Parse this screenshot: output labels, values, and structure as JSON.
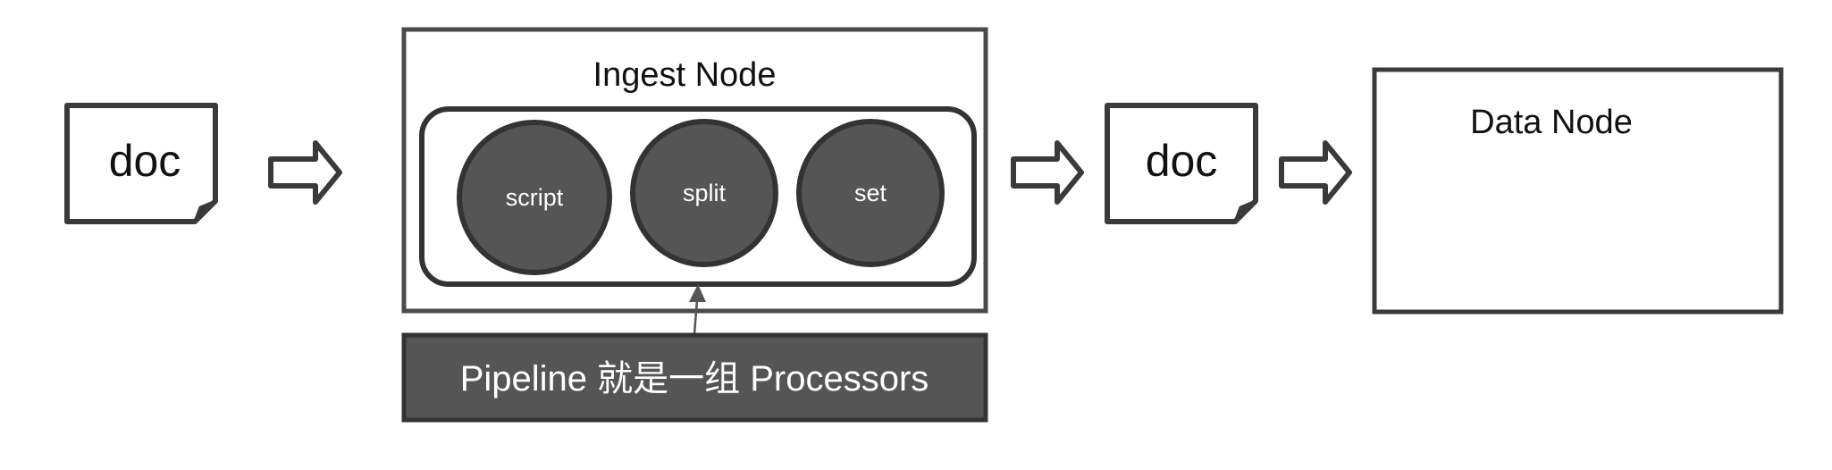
{
  "doc_input": {
    "label": "doc"
  },
  "ingest_node": {
    "title": "Ingest Node",
    "processors": [
      {
        "label": "script"
      },
      {
        "label": "split"
      },
      {
        "label": "set"
      }
    ]
  },
  "pipeline": {
    "label": "Pipeline 就是一组 Processors"
  },
  "doc_output": {
    "label": "doc"
  },
  "data_node": {
    "title": "Data Node"
  },
  "colors": {
    "stroke": "#3a3a3a",
    "processor_fill": "#555555",
    "pipeline_fill": "#555555",
    "text_dark": "#111111",
    "text_light": "#ffffff"
  }
}
